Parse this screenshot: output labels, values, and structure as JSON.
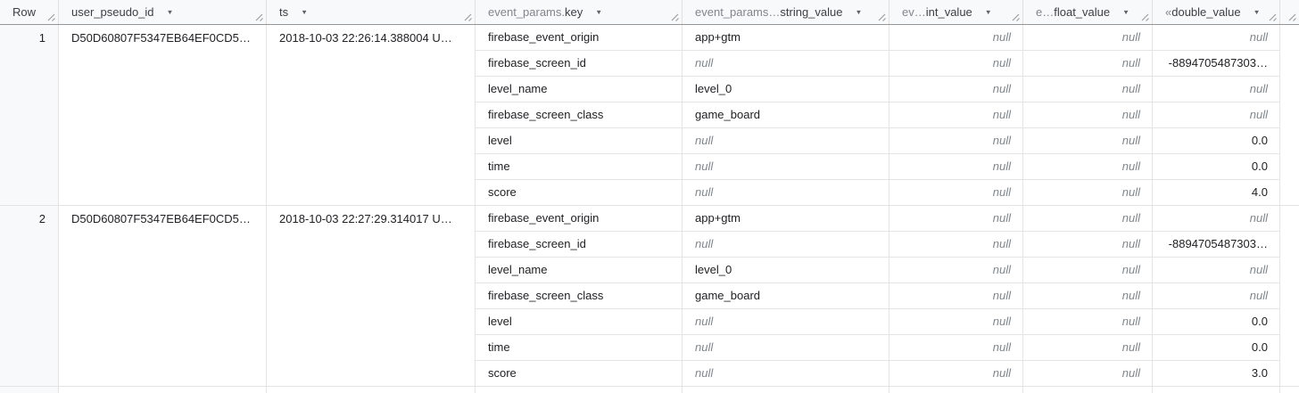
{
  "icons": {
    "column_menu_icon": "▼",
    "resize_handle_icon": "double-diagonal-lines"
  },
  "table": {
    "columns": [
      {
        "prefix": "",
        "label": "Row"
      },
      {
        "prefix": "",
        "label": "user_pseudo_id"
      },
      {
        "prefix": "",
        "label": "ts"
      },
      {
        "prefix": "event_params.",
        "label": "key"
      },
      {
        "prefix": "event_params… ",
        "label": "string_value"
      },
      {
        "prefix": "ev… ",
        "label": "int_value"
      },
      {
        "prefix": "e…",
        "label": "float_value"
      },
      {
        "prefix": "«",
        "label": "double_value"
      }
    ],
    "rows": [
      {
        "row": "1",
        "user_pseudo_id": "D50D60807F5347EB64EF0CD5…",
        "ts": "2018-10-03 22:26:14.388004 U…",
        "params": [
          {
            "key": "firebase_event_origin",
            "string": "app+gtm",
            "int": "null",
            "float": "null",
            "double": "null"
          },
          {
            "key": "firebase_screen_id",
            "string": "null",
            "int": "null",
            "float": "null",
            "double": "-8894705487303…"
          },
          {
            "key": "level_name",
            "string": "level_0",
            "int": "null",
            "float": "null",
            "double": "null"
          },
          {
            "key": "firebase_screen_class",
            "string": "game_board",
            "int": "null",
            "float": "null",
            "double": "null"
          },
          {
            "key": "level",
            "string": "null",
            "int": "null",
            "float": "null",
            "double": "0.0"
          },
          {
            "key": "time",
            "string": "null",
            "int": "null",
            "float": "null",
            "double": "0.0"
          },
          {
            "key": "score",
            "string": "null",
            "int": "null",
            "float": "null",
            "double": "4.0"
          }
        ]
      },
      {
        "row": "2",
        "user_pseudo_id": "D50D60807F5347EB64EF0CD5…",
        "ts": "2018-10-03 22:27:29.314017 U…",
        "params": [
          {
            "key": "firebase_event_origin",
            "string": "app+gtm",
            "int": "null",
            "float": "null",
            "double": "null"
          },
          {
            "key": "firebase_screen_id",
            "string": "null",
            "int": "null",
            "float": "null",
            "double": "-8894705487303…"
          },
          {
            "key": "level_name",
            "string": "level_0",
            "int": "null",
            "float": "null",
            "double": "null"
          },
          {
            "key": "firebase_screen_class",
            "string": "game_board",
            "int": "null",
            "float": "null",
            "double": "null"
          },
          {
            "key": "level",
            "string": "null",
            "int": "null",
            "float": "null",
            "double": "0.0"
          },
          {
            "key": "time",
            "string": "null",
            "int": "null",
            "float": "null",
            "double": "0.0"
          },
          {
            "key": "score",
            "string": "null",
            "int": "null",
            "float": "null",
            "double": "3.0"
          }
        ]
      }
    ]
  }
}
